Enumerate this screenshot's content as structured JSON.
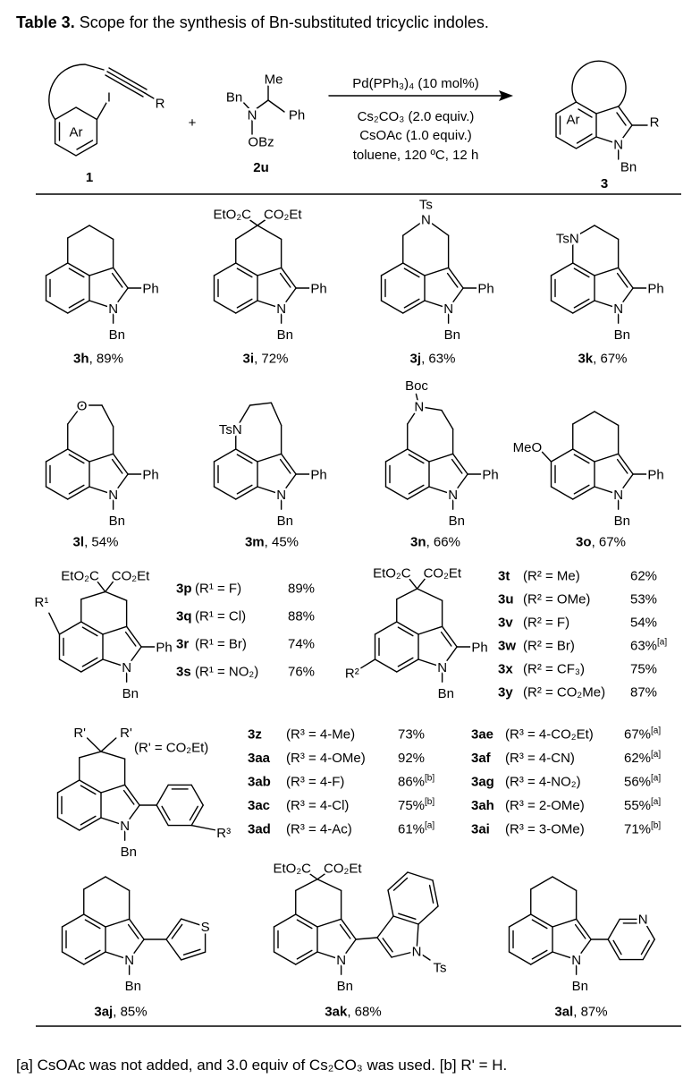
{
  "title": {
    "label": "Table 3.",
    "text": " Scope for the synthesis of Bn-substituted tricyclic indoles."
  },
  "scheme": {
    "substrate_label": "1",
    "reagent_label": "2u",
    "product_label": "3",
    "plus": "+",
    "conditions": [
      "Pd(PPh₃)₄ (10 mol%)",
      "Cs₂CO₃ (2.0 equiv.)",
      "CsOAc (1.0 equiv.)",
      "toluene, 120 ºC, 12 h"
    ]
  },
  "atoms": {
    "N": "N",
    "Ph": "Ph",
    "Bn": "Bn",
    "EtO2C": "EtO₂C",
    "CO2Et": "CO₂Et",
    "Ts": "Ts",
    "TsN": "TsN",
    "O": "O",
    "Boc": "Boc",
    "MeO": "MeO",
    "R1": "R¹",
    "R2": "R²",
    "R3": "R³",
    "Rp": "R'",
    "S": "S",
    "Ar": "Ar",
    "I": "I",
    "R": "R",
    "Me": "Me",
    "OBz": "OBz",
    "Rp_def": "(R' = CO₂Et)"
  },
  "compounds": [
    {
      "id": "3h",
      "sep": ", ",
      "yield": "89%"
    },
    {
      "id": "3i",
      "sep": ", ",
      "yield": "72%"
    },
    {
      "id": "3j",
      "sep": ", ",
      "yield": "63%"
    },
    {
      "id": "3k",
      "sep": ", ",
      "yield": "67%"
    },
    {
      "id": "3l",
      "sep": ", ",
      "yield": "54%"
    },
    {
      "id": "3m",
      "sep": ", ",
      "yield": "45%"
    },
    {
      "id": "3n",
      "sep": ", ",
      "yield": "66%"
    },
    {
      "id": "3o",
      "sep": ", ",
      "yield": "67%"
    },
    {
      "id": "3aj",
      "sep": ", ",
      "yield": "85%"
    },
    {
      "id": "3ak",
      "sep": ", ",
      "yield": "68%"
    },
    {
      "id": "3al",
      "sep": ", ",
      "yield": "87%"
    }
  ],
  "tables": [
    {
      "rows": [
        {
          "id": "3p",
          "cond": "(R¹ = F)",
          "yield": "89%",
          "note": ""
        },
        {
          "id": "3q",
          "cond": "(R¹ = Cl)",
          "yield": "88%",
          "note": ""
        },
        {
          "id": "3r",
          "cond": "(R¹ = Br)",
          "yield": "74%",
          "note": ""
        },
        {
          "id": "3s",
          "cond": "(R¹ = NO₂)",
          "yield": "76%",
          "note": ""
        }
      ]
    },
    {
      "rows": [
        {
          "id": "3t",
          "cond": "(R² = Me)",
          "yield": "62%",
          "note": ""
        },
        {
          "id": "3u",
          "cond": "(R² = OMe)",
          "yield": "53%",
          "note": ""
        },
        {
          "id": "3v",
          "cond": "(R² = F)",
          "yield": "54%",
          "note": ""
        },
        {
          "id": "3w",
          "cond": "(R² = Br)",
          "yield": "63%",
          "note": "[a]"
        },
        {
          "id": "3x",
          "cond": "(R² = CF₃)",
          "yield": "75%",
          "note": ""
        },
        {
          "id": "3y",
          "cond": "(R² = CO₂Me)",
          "yield": "87%",
          "note": ""
        }
      ]
    },
    {
      "rows": [
        {
          "id": "3z",
          "cond": "(R³ = 4-Me)",
          "yield": "73%",
          "note": ""
        },
        {
          "id": "3aa",
          "cond": "(R³ = 4-OMe)",
          "yield": "92%",
          "note": ""
        },
        {
          "id": "3ab",
          "cond": "(R³ = 4-F)",
          "yield": "86%",
          "note": "[b]"
        },
        {
          "id": "3ac",
          "cond": "(R³ = 4-Cl)",
          "yield": "75%",
          "note": "[b]"
        },
        {
          "id": "3ad",
          "cond": "(R³ = 4-Ac)",
          "yield": "61%",
          "note": "[a]"
        }
      ]
    },
    {
      "rows": [
        {
          "id": "3ae",
          "cond": "(R³ = 4-CO₂Et)",
          "yield": "67%",
          "note": "[a]"
        },
        {
          "id": "3af",
          "cond": "(R³ = 4-CN)",
          "yield": "62%",
          "note": "[a]"
        },
        {
          "id": "3ag",
          "cond": "(R³ = 4-NO₂)",
          "yield": "56%",
          "note": "[a]"
        },
        {
          "id": "3ah",
          "cond": "(R³ = 2-OMe)",
          "yield": "55%",
          "note": "[a]"
        },
        {
          "id": "3ai",
          "cond": "(R³ = 3-OMe)",
          "yield": "71%",
          "note": "[b]"
        }
      ]
    }
  ],
  "footnote": "[a] CsOAc was not added, and 3.0 equiv of Cs₂CO₃ was used. [b] R' = H."
}
